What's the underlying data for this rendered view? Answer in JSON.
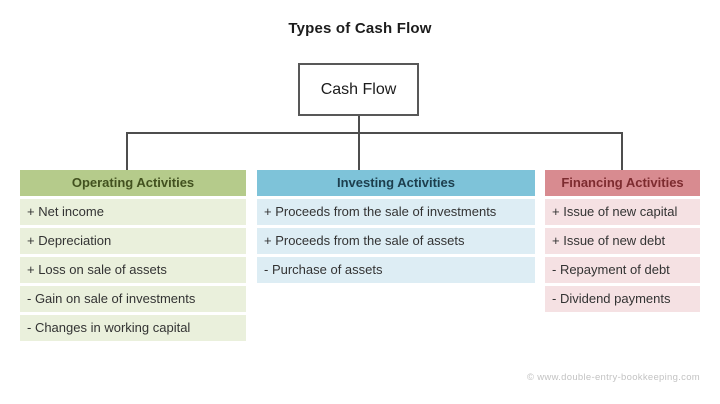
{
  "title": "Types of Cash Flow",
  "root_node": {
    "label": "Cash Flow"
  },
  "columns": [
    {
      "id": "operating",
      "header": "Operating Activities",
      "items": [
        "+ Net income",
        "+ Depreciation",
        "+ Loss on sale of assets",
        "- Gain on sale of investments",
        "- Changes in working capital"
      ],
      "colors": {
        "header_bg": "#b5cb8b",
        "header_text": "#42511f",
        "row_bg": "#eaf0dc"
      }
    },
    {
      "id": "investing",
      "header": "Investing Activities",
      "items": [
        "+ Proceeds from the sale of investments",
        "+ Proceeds from the sale of assets",
        "- Purchase of assets"
      ],
      "colors": {
        "header_bg": "#7ec3d9",
        "header_text": "#1c3e4d",
        "row_bg": "#ddedf4"
      }
    },
    {
      "id": "financing",
      "header": "Financing Activities",
      "items": [
        "+ Issue of new capital",
        "+ Issue of new debt",
        "- Repayment of debt",
        "- Dividend payments"
      ],
      "colors": {
        "header_bg": "#d88b90",
        "header_text": "#7d2b2f",
        "row_bg": "#f5e1e3"
      }
    }
  ],
  "footer": {
    "credit": "© www.double-entry-bookkeeping.com"
  },
  "colors": {
    "connector": "#4d4d4d",
    "box_border": "#585858",
    "title_text": "#1c1c1c",
    "item_text": "#333333",
    "credit_text": "#c3c3c3",
    "background": "#ffffff"
  }
}
